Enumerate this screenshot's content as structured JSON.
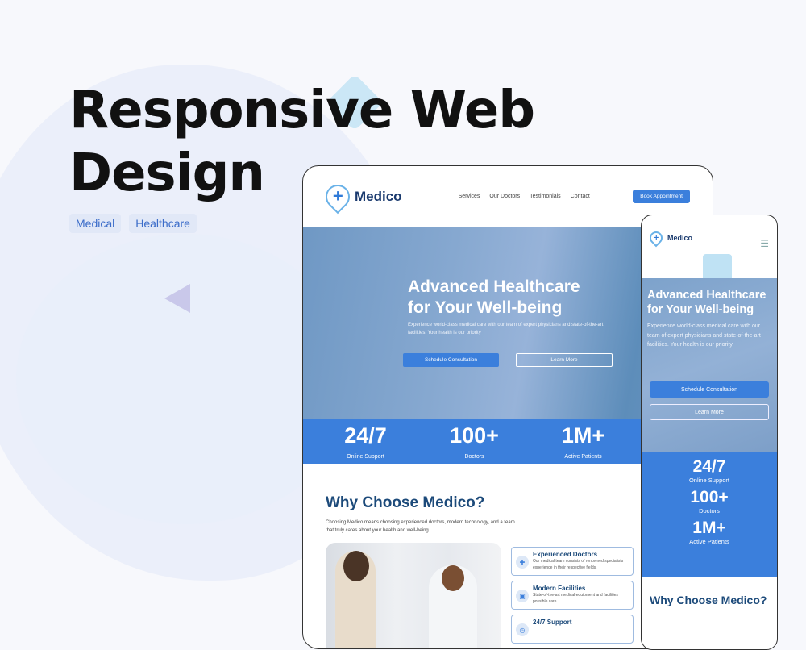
{
  "poster": {
    "title_line1": "Responsive Web",
    "title_line2": "Design",
    "tags": [
      "Medical",
      "Healthcare"
    ]
  },
  "brand": {
    "name": "Medico",
    "accent": "#3b7fdc",
    "dark": "#1c4a7a"
  },
  "desktop": {
    "nav": [
      "Services",
      "Our Doctors",
      "Testimonials",
      "Contact"
    ],
    "book_label": "Book Appointment",
    "hero": {
      "title_line1": "Advanced Healthcare",
      "title_line2": "for Your Well-being",
      "text": "Experience world-class medical care with our team of expert physicians and state-of-the-art facilities. Your health is our priority",
      "primary": "Schedule Consultation",
      "secondary": "Learn More"
    },
    "stats": [
      {
        "value": "24/7",
        "label": "Online Support"
      },
      {
        "value": "100+",
        "label": "Doctors"
      },
      {
        "value": "1M+",
        "label": "Active Patients"
      }
    ],
    "why": {
      "title": "Why Choose Medico?",
      "text": "Choosing Medico means choosing experienced doctors, modern technology, and a team that truly cares about your health and well-being",
      "cards": [
        {
          "title": "Experienced Doctors",
          "text": "Our medical team consists of renowned specialists experience in their respective fields."
        },
        {
          "title": "Modern Facilities",
          "text": "State-of-the-art medical equipment and facilities possible care."
        },
        {
          "title": "24/7 Support",
          "text": ""
        }
      ]
    }
  },
  "mobile": {
    "menu_icon": "hamburger-icon"
  }
}
